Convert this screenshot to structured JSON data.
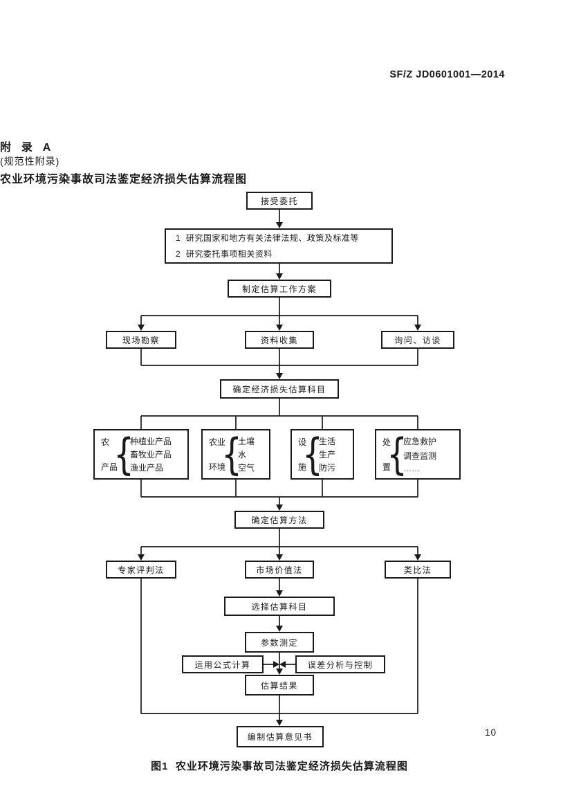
{
  "page": {
    "header_code": "SF/Z JD0601001—2014",
    "page_number": "10",
    "caption": "图1  农业环境污染事故司法鉴定经济损失估算流程图"
  },
  "titles": {
    "appendix": "附  录  A",
    "subtitle": "(规范性附录)",
    "main": "农业环境污染事故司法鉴定经济损失估算流程图"
  },
  "flowchart": {
    "accept": "接受委托",
    "research_line1": "1  研究国家和地方有关法律法规、政策及标准等",
    "research_line2": "2  研究委托事项相关资料",
    "plan": "制定估算工作方案",
    "survey": "现场勘察",
    "collect": "资料收集",
    "interview": "询问、访谈",
    "subjects": "确定经济损失估算科目",
    "brace_glyph": "{",
    "branch1": {
      "label_top": "农",
      "label_bottom": "产品",
      "items": [
        "种植业产品",
        "畜牧业产品",
        "渔业产品"
      ]
    },
    "branch2": {
      "label_top": "农业",
      "label_bottom": "环境",
      "items": [
        "土壤",
        "水",
        "空气"
      ]
    },
    "branch3": {
      "label_top": "设",
      "label_bottom": "施",
      "items": [
        "生活",
        "生产",
        "防污"
      ]
    },
    "branch4": {
      "label_top": "处",
      "label_bottom": "置",
      "items": [
        "应急救护",
        "调查监测",
        "……"
      ]
    },
    "method": "确定估算方法",
    "expert": "专家评判法",
    "market": "市场价值法",
    "analogy": "类比法",
    "select": "选择估算科目",
    "params": "参数测定",
    "formula": "运用公式计算",
    "error": "误差分析与控制",
    "result": "估算结果",
    "report": "编制估算意见书"
  },
  "colors": {
    "ink": "#1a1a1a",
    "paper": "#ffffff"
  }
}
